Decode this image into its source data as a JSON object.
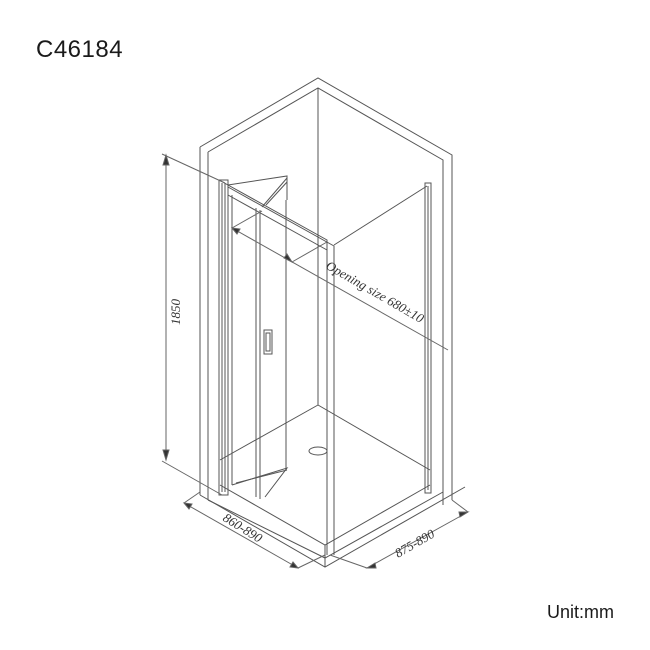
{
  "title": "C46184",
  "unit_label": "Unit:mm",
  "dimensions": {
    "height": "1850",
    "opening": "Opening size  680±10",
    "width_front": "860-890",
    "width_side": "875-890"
  },
  "colors": {
    "line": "#555555",
    "background": "#ffffff"
  }
}
